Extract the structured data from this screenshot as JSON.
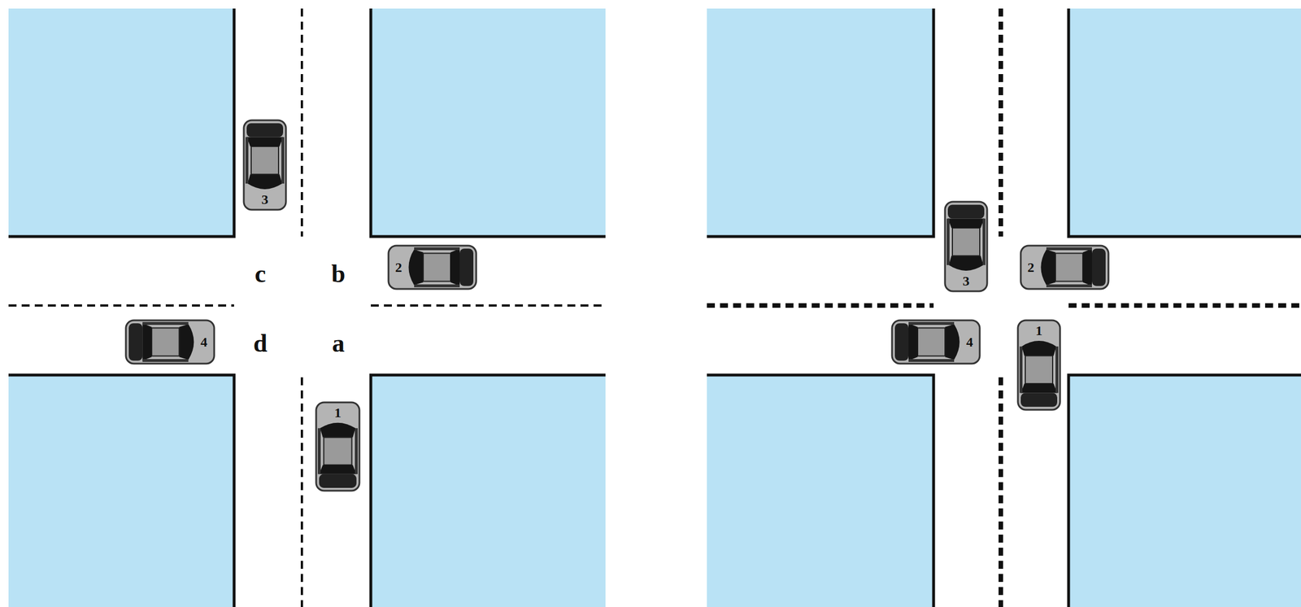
{
  "diagram": {
    "nodes": [
      {
        "text": [
          "3"
        ]
      },
      {
        "text": [
          "2"
        ]
      },
      {
        "text": [
          "4"
        ]
      },
      {
        "text": [
          "1"
        ]
      },
      {
        "text": [
          "3"
        ]
      },
      {
        "text": [
          "2"
        ]
      },
      {
        "text": [
          "4"
        ]
      },
      {
        "text": [
          "1"
        ]
      }
    ],
    "labels": [
      "c",
      "b",
      "d",
      "a"
    ]
  }
}
